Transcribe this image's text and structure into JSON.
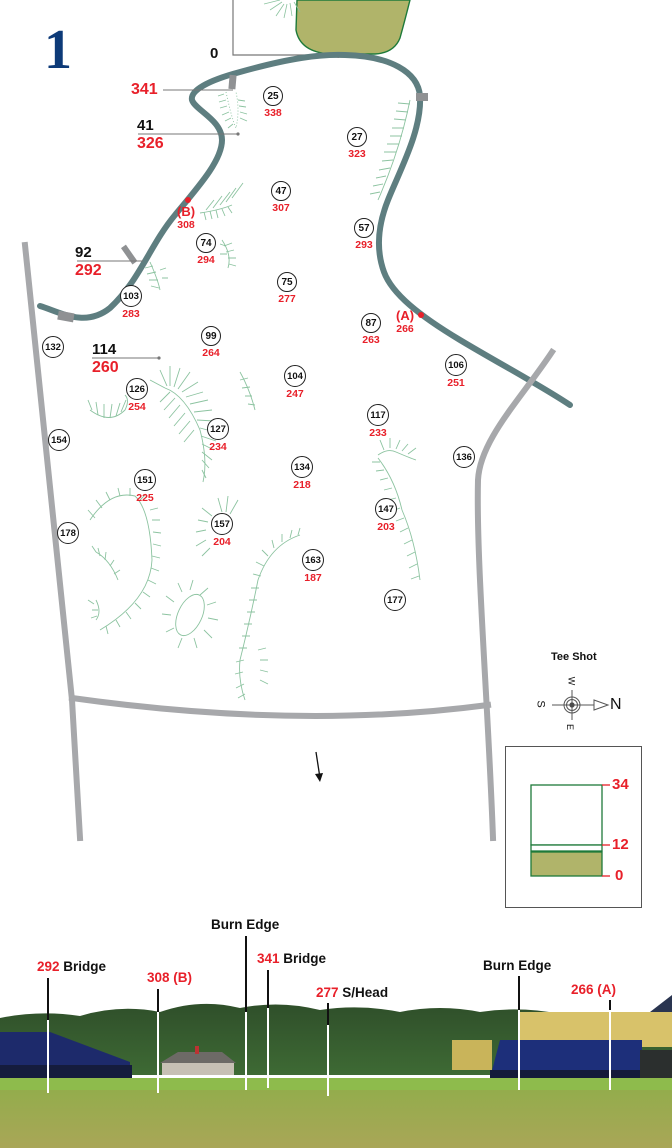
{
  "hole": {
    "number": "1"
  },
  "tee_line": {
    "label": "0"
  },
  "callouts": [
    {
      "id": "bridge-341",
      "black": "",
      "red": "341"
    },
    {
      "id": "c41",
      "black": "41",
      "red": "326"
    },
    {
      "id": "c92",
      "black": "92",
      "red": "292"
    },
    {
      "id": "c114",
      "black": "114",
      "red": "260"
    }
  ],
  "points": [
    {
      "label": "(B)",
      "value": "308"
    },
    {
      "label": "(A)",
      "value": "266"
    }
  ],
  "markers": [
    {
      "circle": "25",
      "red": "338"
    },
    {
      "circle": "27",
      "red": "323"
    },
    {
      "circle": "47",
      "red": "307"
    },
    {
      "circle": "57",
      "red": "293"
    },
    {
      "circle": "74",
      "red": "294"
    },
    {
      "circle": "75",
      "red": "277"
    },
    {
      "circle": "103",
      "red": "283"
    },
    {
      "circle": "87",
      "red": "263"
    },
    {
      "circle": "99",
      "red": "264"
    },
    {
      "circle": "132",
      "red": ""
    },
    {
      "circle": "106",
      "red": "251"
    },
    {
      "circle": "126",
      "red": "254"
    },
    {
      "circle": "104",
      "red": "247"
    },
    {
      "circle": "117",
      "red": "233"
    },
    {
      "circle": "154",
      "red": ""
    },
    {
      "circle": "127",
      "red": "234"
    },
    {
      "circle": "136",
      "red": ""
    },
    {
      "circle": "134",
      "red": "218"
    },
    {
      "circle": "151",
      "red": "225"
    },
    {
      "circle": "147",
      "red": "203"
    },
    {
      "circle": "178",
      "red": ""
    },
    {
      "circle": "157",
      "red": "204"
    },
    {
      "circle": "163",
      "red": "187"
    },
    {
      "circle": "177",
      "red": ""
    }
  ],
  "compass": {
    "title": "Tee Shot",
    "north": "N",
    "south": "S",
    "east": "E",
    "west": "W"
  },
  "green_depth": {
    "labels": [
      "34",
      "12",
      "0"
    ]
  },
  "photo_labels": [
    {
      "red": "292",
      "black": "Bridge"
    },
    {
      "red": "308 (B)",
      "black": ""
    },
    {
      "red": "",
      "black": "Burn Edge"
    },
    {
      "red": "341",
      "black": "Bridge"
    },
    {
      "red": "277",
      "black": "S/Head"
    },
    {
      "red": "",
      "black": "Burn Edge"
    },
    {
      "red": "266 (A)",
      "black": ""
    }
  ],
  "colors": {
    "burn": "#5e7e80",
    "road": "#a7a8ab",
    "green_fill": "#b0b46a",
    "green_edge": "#1e7a3a",
    "bunker_hatch": "#8cc3a0",
    "red": "#e8202a",
    "hole_blue": "#0d3a78"
  }
}
